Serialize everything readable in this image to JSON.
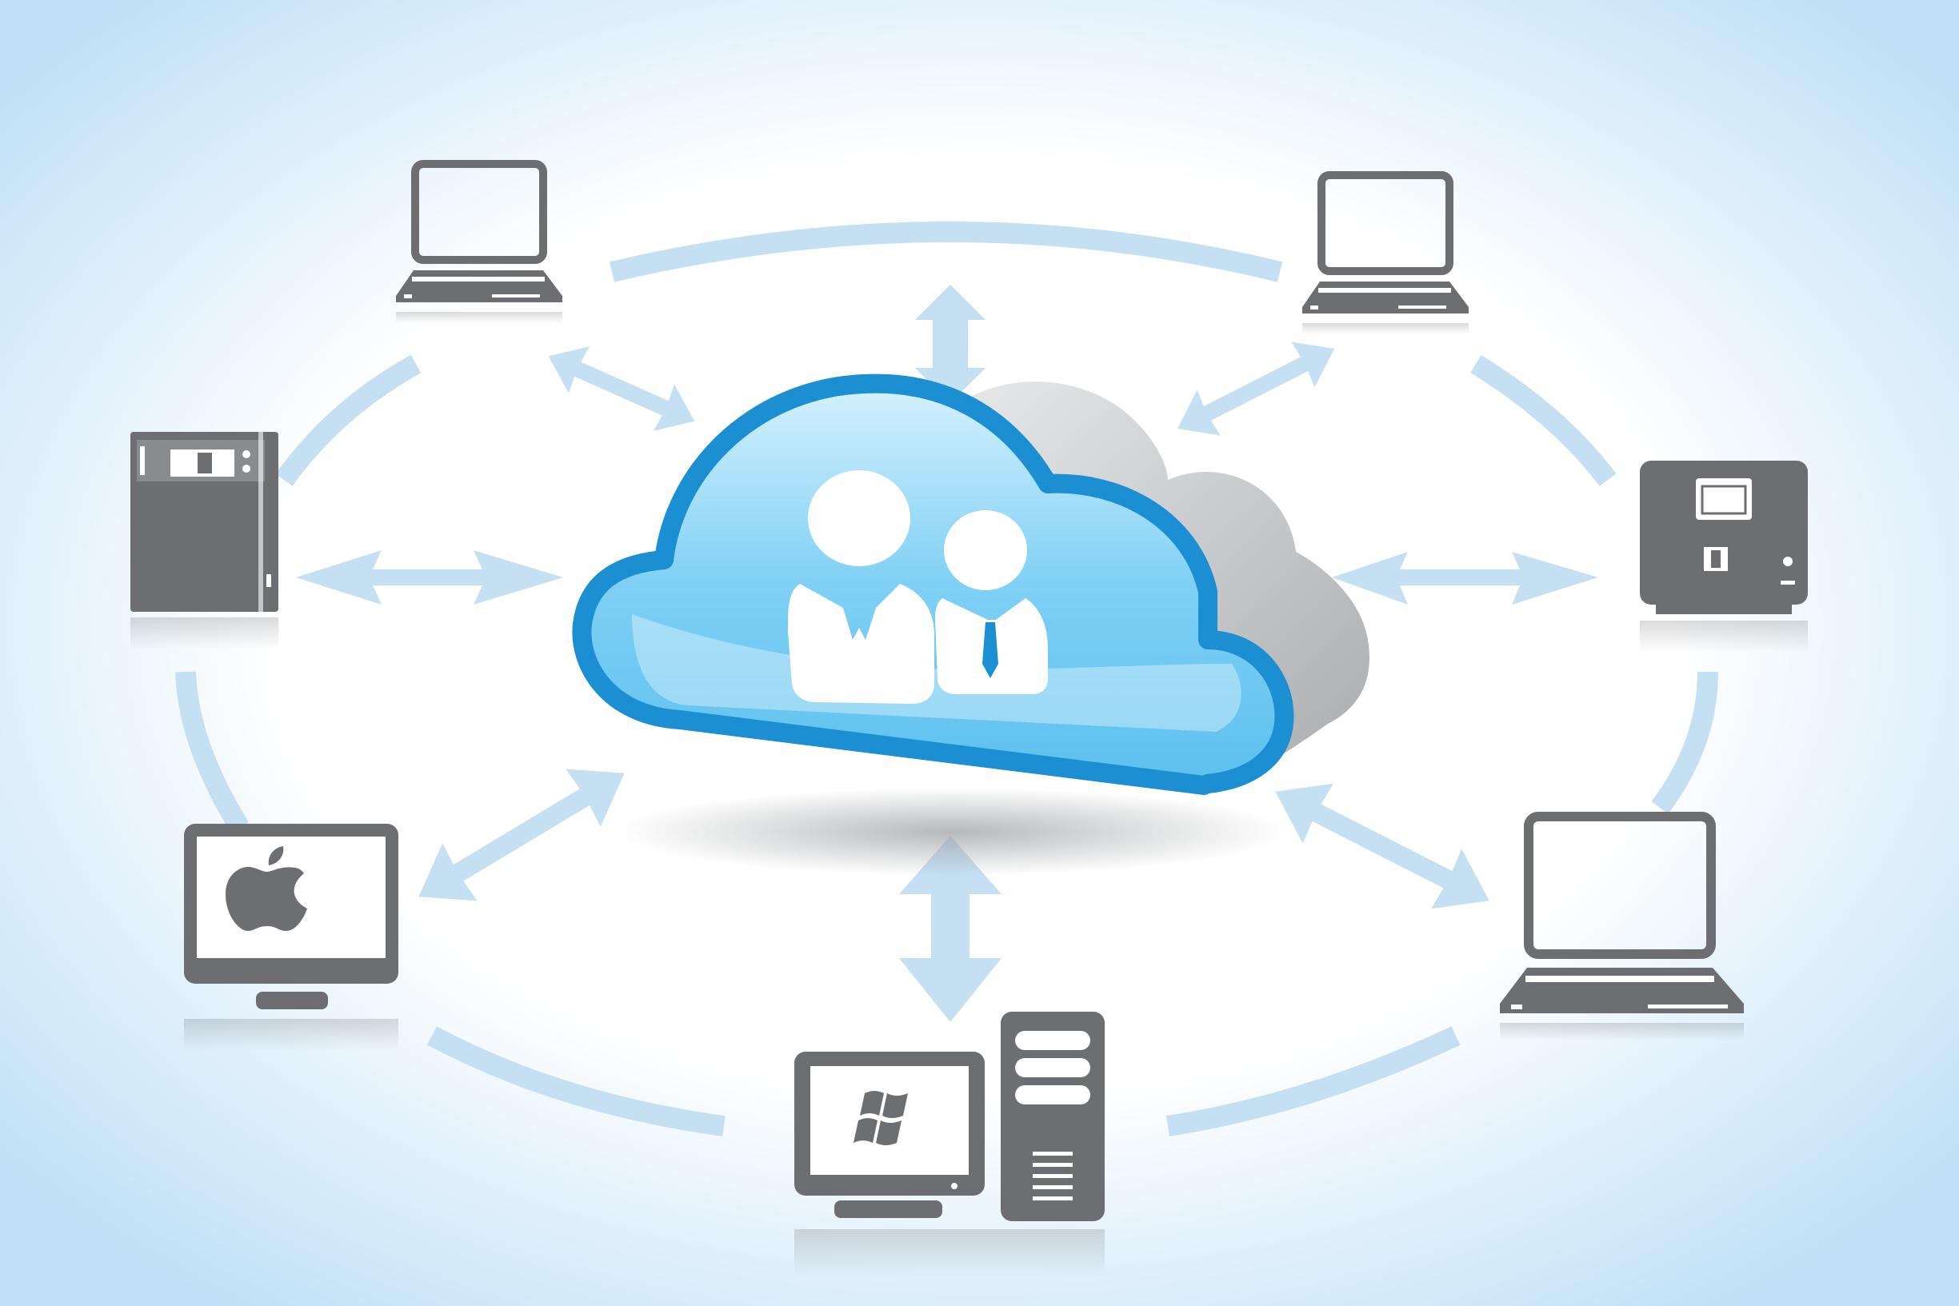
{
  "diagram": {
    "colors": {
      "background_center": "#ffffff",
      "background_edge": "#bfe0f6",
      "arrow": "#c5dff3",
      "device_gray": "#6d6e71",
      "device_screen": "#ffffff",
      "cloud_outline": "#1b8fd2",
      "cloud_fill": "#7fcdf3",
      "cloud_shadow": "#c9cbcd",
      "people": "#ffffff"
    },
    "center": {
      "icon": "cloud-users-icon"
    },
    "nodes": [
      {
        "id": "laptop-top-left",
        "icon": "laptop-icon"
      },
      {
        "id": "laptop-top-right",
        "icon": "laptop-icon"
      },
      {
        "id": "nas-left",
        "icon": "nas-server-icon"
      },
      {
        "id": "nas-right",
        "icon": "nas-server-icon"
      },
      {
        "id": "mac-monitor",
        "icon": "apple-logo-icon"
      },
      {
        "id": "laptop-bottom-right",
        "icon": "laptop-icon"
      },
      {
        "id": "windows-pc",
        "icon": "windows-logo-icon"
      }
    ]
  }
}
